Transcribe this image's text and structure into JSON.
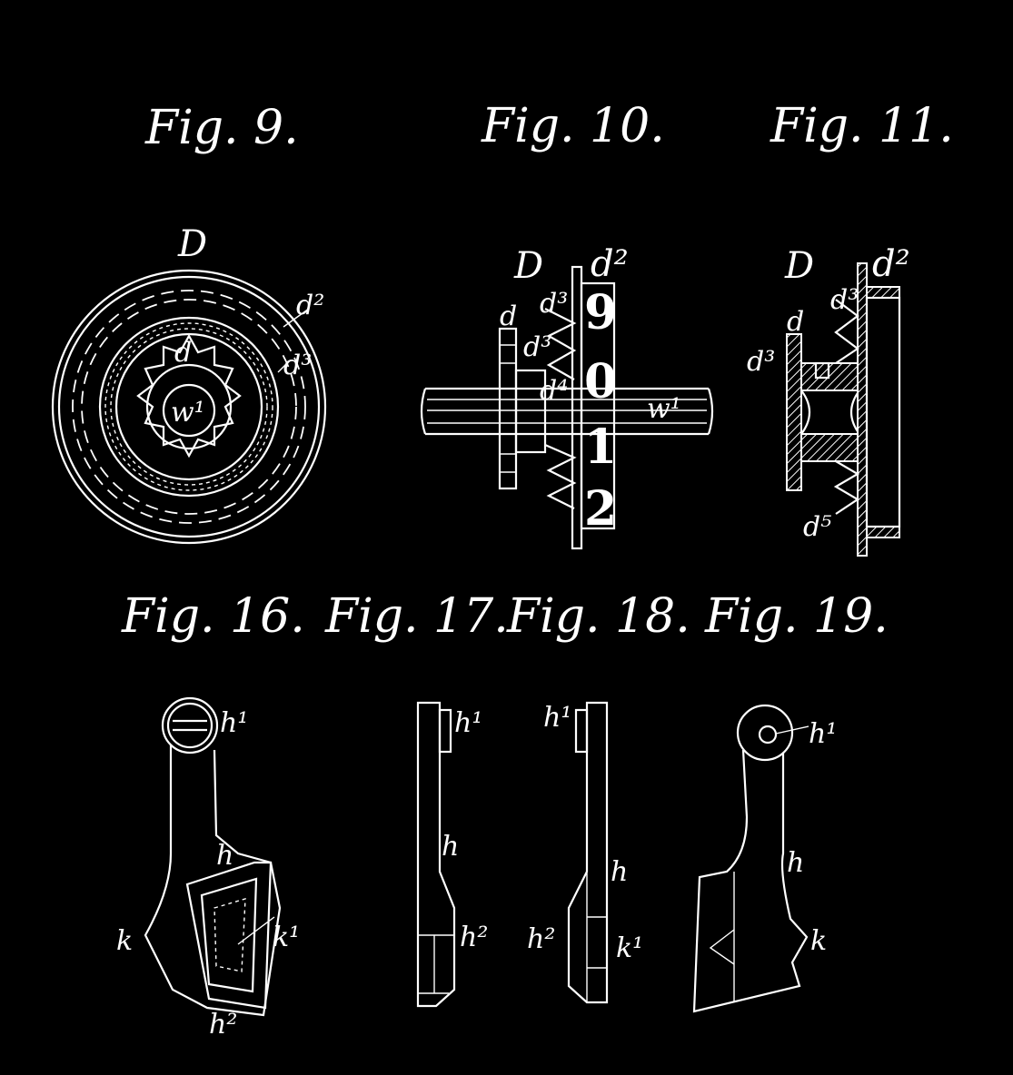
{
  "figures": {
    "fig9": {
      "title": "Fig. 9.",
      "labels": {
        "D": "D",
        "d": "d",
        "d2": "d²",
        "d3": "d³",
        "w1": "w¹"
      }
    },
    "fig10": {
      "title": "Fig. 10.",
      "labels": {
        "D": "D",
        "d": "d",
        "d2": "d²",
        "d3": "d³",
        "d3b": "d³",
        "d4": "d⁴",
        "w1": "w¹"
      },
      "digits": [
        "9",
        "0",
        "1",
        "2"
      ]
    },
    "fig11": {
      "title": "Fig. 11.",
      "labels": {
        "D": "D",
        "d": "d",
        "d2": "d²",
        "d3": "d³",
        "d3b": "d³",
        "d5": "d⁵"
      }
    },
    "fig16": {
      "title": "Fig. 16.",
      "labels": {
        "h1": "h¹",
        "h": "h",
        "k": "k",
        "k1": "k¹",
        "h2": "h²"
      }
    },
    "fig17": {
      "title": "Fig. 17.",
      "labels": {
        "h1": "h¹",
        "h": "h",
        "h2": "h²"
      }
    },
    "fig18": {
      "title": "Fig. 18.",
      "labels": {
        "h1": "h¹",
        "h": "h",
        "h2": "h²",
        "k1": "k¹"
      }
    },
    "fig19": {
      "title": "Fig. 19.",
      "labels": {
        "h1": "h¹",
        "h": "h",
        "k": "k"
      }
    }
  }
}
